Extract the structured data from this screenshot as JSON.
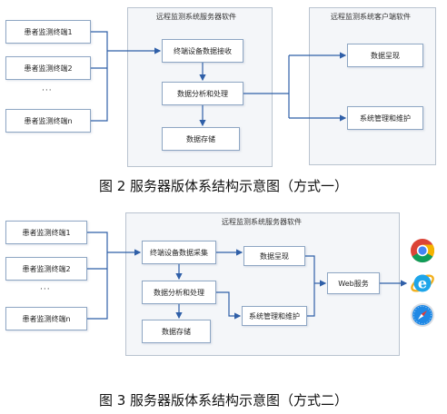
{
  "fig2": {
    "server_frame_title": "远程监测系统服务器软件",
    "client_frame_title": "远程监测系统客户端软件",
    "terminals": [
      "患者监测终端1",
      "患者监测终端2",
      "患者监测终端n"
    ],
    "ellipsis": "···",
    "server_boxes": [
      "终端设备数据接收",
      "数据分析和处理",
      "数据存储"
    ],
    "client_boxes": [
      "数据呈现",
      "系统管理和维护"
    ],
    "caption": "图 2  服务器版体系结构示意图（方式一）"
  },
  "fig3": {
    "server_frame_title": "远程监测系统服务器软件",
    "terminals": [
      "患者监测终端1",
      "患者监测终端2",
      "患者监测终端n"
    ],
    "ellipsis": "···",
    "server_boxes": [
      "终端设备数据采集",
      "数据分析和处理",
      "数据存储"
    ],
    "display_boxes": [
      "数据呈现",
      "系统管理和维护"
    ],
    "web_box": "Web服务",
    "browsers": [
      "chrome-icon",
      "internet-explorer-icon",
      "safari-icon"
    ],
    "caption": "图 3  服务器版体系结构示意图（方式二）"
  }
}
